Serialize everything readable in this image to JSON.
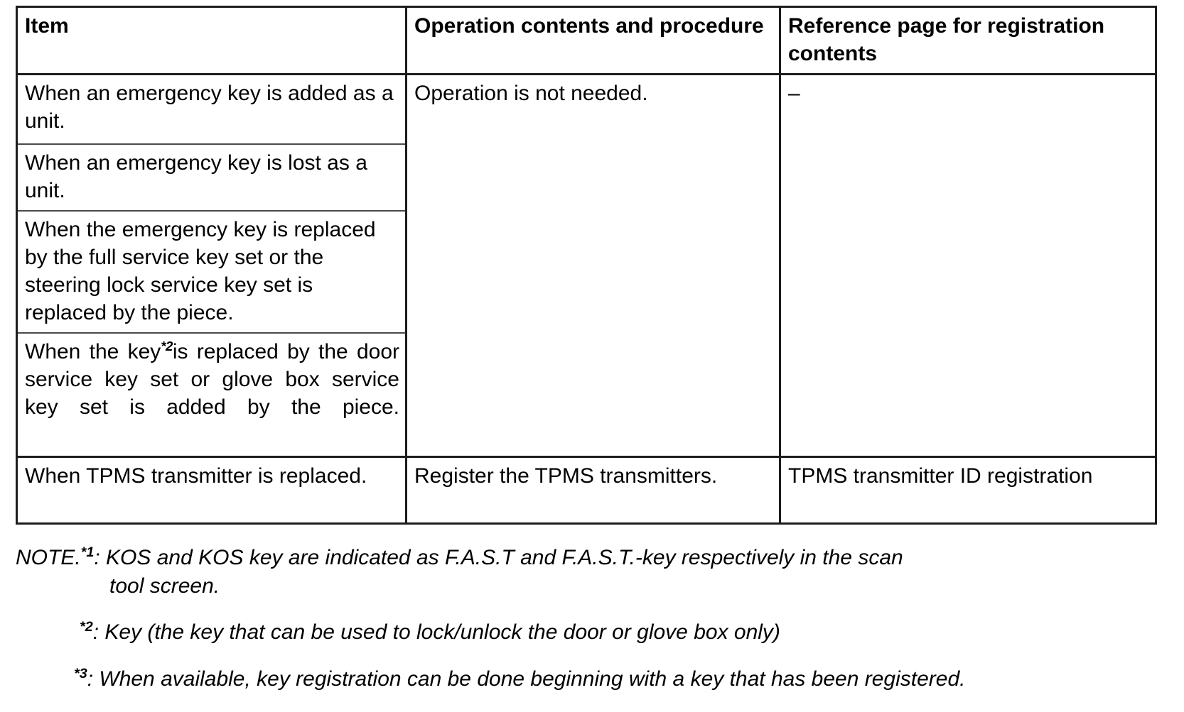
{
  "table": {
    "headers": [
      "Item",
      "Operation contents and procedure",
      "Reference page for registration contents"
    ],
    "rows": [
      {
        "item_pre": "When an emergency key is added as a unit.",
        "item_mark": "",
        "item_post": "",
        "operation": "Operation is not needed.",
        "reference": "–"
      },
      {
        "item_pre": "When an emergency key is lost as a unit.",
        "item_mark": "",
        "item_post": "",
        "operation": "",
        "reference": ""
      },
      {
        "item_pre": "When the emergency key is replaced by the full service key set or the steering lock service key set is replaced by the piece.",
        "item_mark": "",
        "item_post": "",
        "operation": "",
        "reference": ""
      },
      {
        "item_pre": "When the key",
        "item_mark": "*2",
        "item_post": "is replaced by the door service key set or glove box service key set is added by the piece.",
        "operation": "",
        "reference": ""
      },
      {
        "item_pre": "When TPMS transmitter is replaced.",
        "item_mark": "",
        "item_post": "",
        "operation": "Register the TPMS transmitters.",
        "reference": "TPMS transmitter ID registration"
      }
    ]
  },
  "notes": {
    "label": "NOTE.",
    "note1_mark": "*1",
    "note1_text": ": KOS and KOS key are indicated as F.A.S.T and F.A.S.T.-key respectively in the scan",
    "note1_cont": "tool screen.",
    "note2_mark": "*2",
    "note2_text": ": Key (the key that can be used to lock/unlock the door or glove box only)",
    "note3_mark": "*3",
    "note3_text": ": When available, key registration can be done beginning with a key that has been registered."
  }
}
